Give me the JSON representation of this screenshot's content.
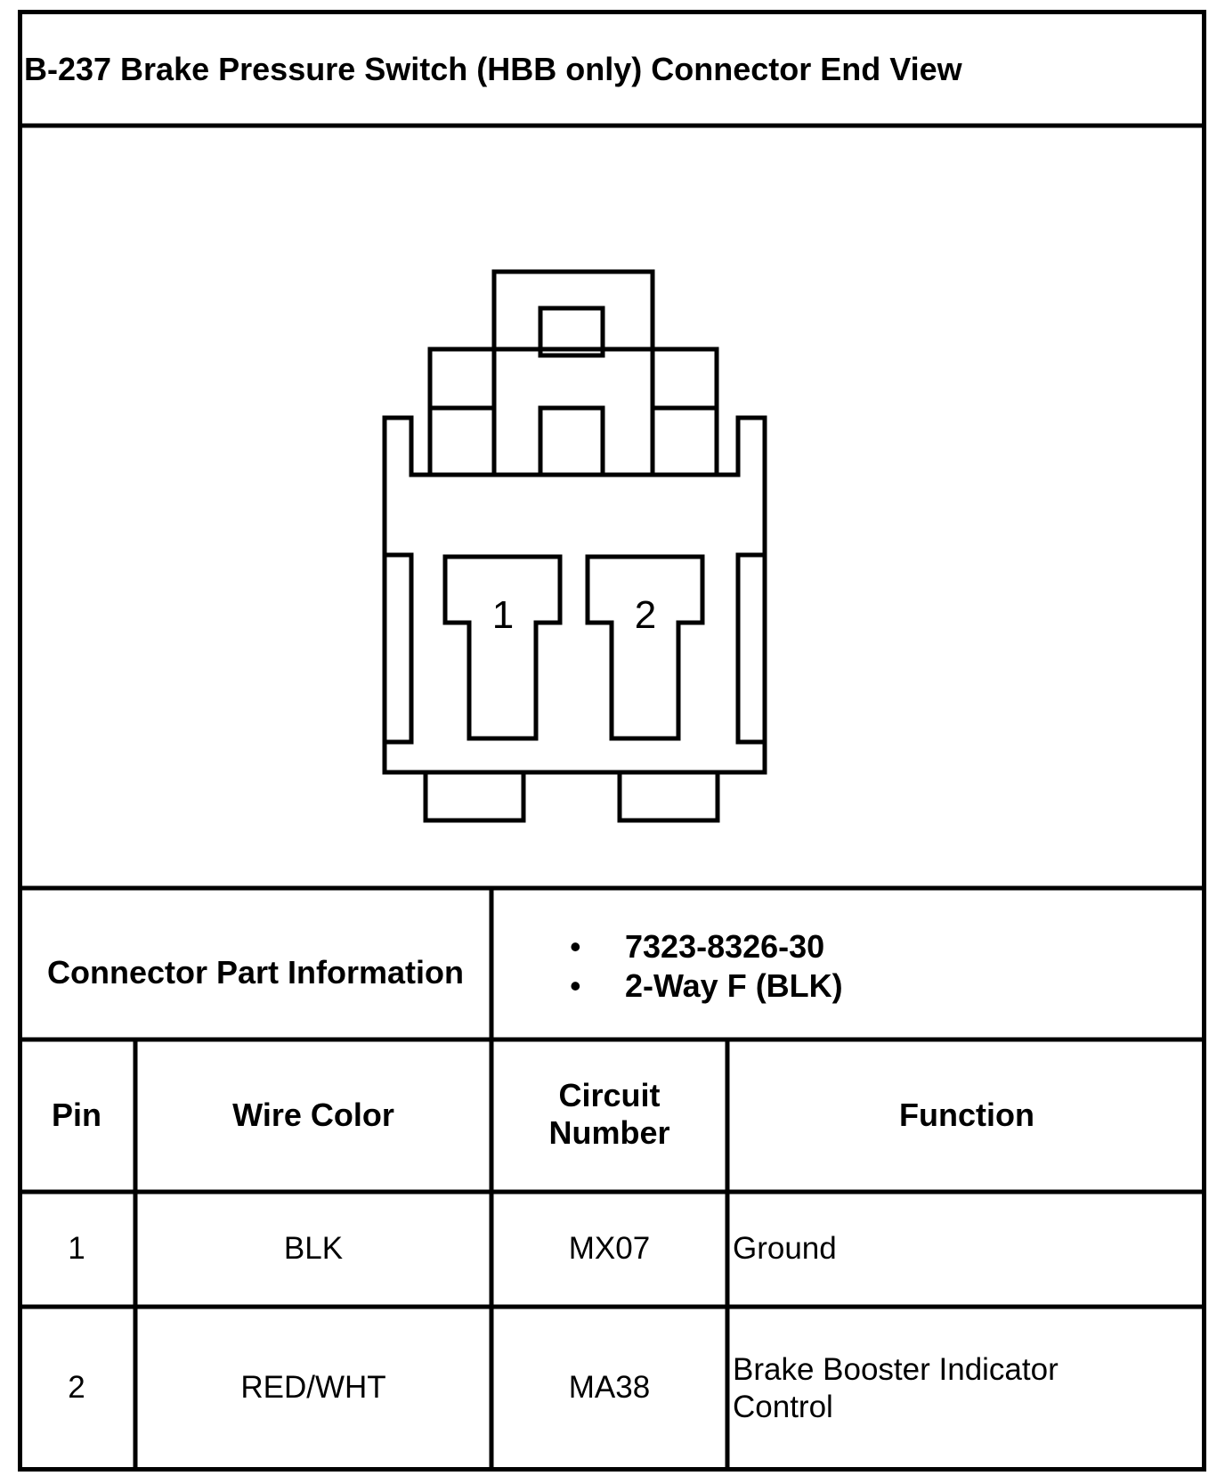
{
  "title": "B-237 Brake Pressure Switch (HBB only) Connector End View",
  "connector_pins": [
    {
      "label": "1"
    },
    {
      "label": "2"
    }
  ],
  "connector_part_information": {
    "label": "Connector Part Information",
    "items": [
      "7323-8326-30",
      "2-Way F (BLK)"
    ]
  },
  "table": {
    "headers": {
      "pin": "Pin",
      "wire_color": "Wire Color",
      "circuit_number_line1": "Circuit",
      "circuit_number_line2": "Number",
      "function": "Function"
    },
    "rows": [
      {
        "pin": "1",
        "wire_color": "BLK",
        "circuit": "MX07",
        "function_line1": "Ground",
        "function_line2": ""
      },
      {
        "pin": "2",
        "wire_color": "RED/WHT",
        "circuit": "MA38",
        "function_line1": "Brake Booster Indicator",
        "function_line2": "Control"
      }
    ]
  }
}
